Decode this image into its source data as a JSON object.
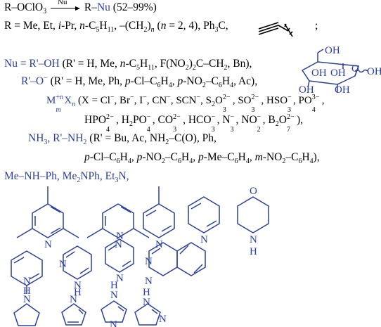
{
  "reaction": {
    "reactant": "R–OClO",
    "reactant_sub": "3",
    "arrow_label": "Nu",
    "product_r": "R–",
    "product_nu": "Nu",
    "yield": "(52–99%)"
  },
  "r_groups": {
    "prefix": "R = Me, Et, ",
    "ipr_i": "i",
    "ipr_rest": "-Pr, ",
    "n_pref": "n",
    "pentyl": "-C",
    "pentyl_sub1": "5",
    "pentyl_h": "H",
    "pentyl_sub2": "11",
    "chain": ", –(CH",
    "chain_sub": "2",
    "chain_end": ")",
    "chain_n_sub": "n",
    "chain_n": " (",
    "chain_n_i": "n",
    "chain_vals": " = 2, 4), Ph",
    "ph3_sub": "3",
    "trityl_c": "C,",
    "tail": ";"
  },
  "nu_lines": {
    "l1_blue": "Nu = R'–OH",
    "l1_rest": "(R' = H, Me, ",
    "l1_n": "n",
    "l1_c5": "-C",
    "l1_c5_sub": "5",
    "l1_h": "H",
    "l1_h_sub": "11",
    "l1_f": ", F(NO",
    "l1_f_sub": "2",
    "l1_f2": ")",
    "l1_f2_sub": "2",
    "l1_f3": "C–CH",
    "l1_f3_sub": "2",
    "l1_end": ", Bn),",
    "l2_blue": "R'–O",
    "l2_sup": "−",
    "l2_rest": " (R' = H, Me, Ph, ",
    "l2_p": "p",
    "l2_cl": "-Cl–C",
    "l2_c_sub": "6",
    "l2_h": "H",
    "l2_h_sub": "4",
    "l2_comma": ", ",
    "l2_p2": "p",
    "l2_no2": "-NO",
    "l2_no2_sub": "2",
    "l2_c6": "–C",
    "l2_c6_sub": "6",
    "l2_h2": "H",
    "l2_h2_sub": "4",
    "l2_end": ", Ac),",
    "l3_blue_m": "M",
    "l3_sup": "+n",
    "l3_sub": "m",
    "l3_x": "X",
    "l3_xsub": "n",
    "l3_rest": " (X = Cl",
    "l3_a": "−",
    "l3_b": ", Br",
    "l3_c": "−",
    "l3_d": ", I",
    "l3_e": "−",
    "l3_f": ", CN",
    "l3_g": "−",
    "l3_h": ", SCN",
    "l3_i": "−",
    "l3_j": ", S",
    "l3_k": "2",
    "l3_l": "O",
    "l3_m": "3",
    "l3_m_sup": "2−",
    "l3_n": ", SO",
    "l3_o": "3",
    "l3_o_sup": "2−",
    "l3_p": ", HSO",
    "l3_q": "3",
    "l3_q_sup": "−",
    "l3_r": ", PO",
    "l3_s": "4",
    "l3_s_sup": "3−",
    "l3_t": ",",
    "l4_a": "HPO",
    "l4_b": "4",
    "l4_b_sup": "2−",
    "l4_c": ", H",
    "l4_d": "2",
    "l4_e": "PO",
    "l4_f": "4",
    "l4_f_sup": "−",
    "l4_g": ",  CO",
    "l4_h": "3",
    "l4_h_sup": "2−",
    "l4_i": ", HCO",
    "l4_j": "3",
    "l4_j_sup": "−",
    "l4_k": ", N",
    "l4_l": "3",
    "l4_l_sup": "−",
    "l4_m": ", NO",
    "l4_n": "2",
    "l4_n_sup": "−",
    "l4_o": ", B",
    "l4_p": "2",
    "l4_q": "O",
    "l4_r": "7",
    "l4_r_sup": "2−",
    "l4_s": "),",
    "l5_blue": "NH",
    "l5_sub": "3",
    "l5_blue2": ", R'–NH",
    "l5_sub2": "2",
    "l5_rest": " (R' = Bu, Ac, NH",
    "l5_r_sub": "2",
    "l5_r2": "–C(O), Ph,",
    "l6_p": "p",
    "l6_a": "-Cl–C",
    "l6_a_sub": "6",
    "l6_b": "H",
    "l6_b_sub": "4",
    "l6_c": ", ",
    "l6_p2": "p",
    "l6_d": "-NO",
    "l6_d_sub": "2",
    "l6_e": "–C",
    "l6_e_sub": "6",
    "l6_f": "H",
    "l6_f_sub": "4",
    "l6_g": ", ",
    "l6_p3": "p",
    "l6_h": "-Me–C",
    "l6_h_sub": "6",
    "l6_i": "H",
    "l6_i_sub": "4",
    "l6_j": ", ",
    "l6_m": "m",
    "l6_k": "-NO",
    "l6_k_sub": "2",
    "l6_l": "–C",
    "l6_l_sub": "6",
    "l6_n": "H",
    "l6_n_sub": "4",
    "l6_o": "),",
    "l7_a": "Me–NH–Ph, Me",
    "l7_a_sub": "2",
    "l7_b": "NPh, Et",
    "l7_b_sub": "3",
    "l7_c": "N,"
  },
  "sugar_labels": {
    "oh_top": "OH",
    "o_ring": "O",
    "oh_left": "OH",
    "oh_right": "OH",
    "oh_bottom_left": "OH",
    "oh_bottom": "OH"
  },
  "heterocycle_labels": {
    "n": "N",
    "o": "O",
    "h": "H"
  },
  "colors": {
    "blue": "#2a3fa0",
    "black": "#000000"
  }
}
